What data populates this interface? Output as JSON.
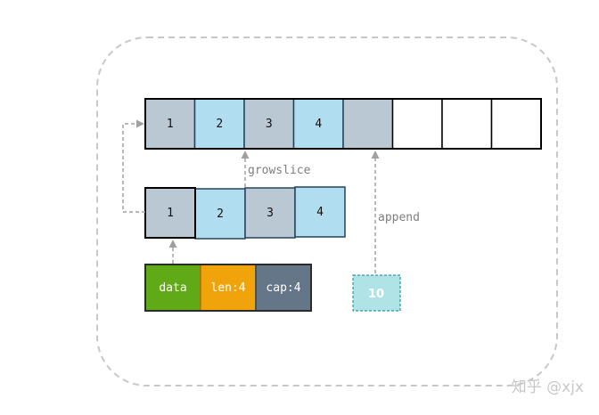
{
  "new_array": {
    "cells": [
      "1",
      "2",
      "3",
      "4",
      "",
      "",
      "",
      ""
    ],
    "fills": [
      "#bac8d3",
      "#b1ddf0",
      "#bac8d3",
      "#b1ddf0",
      "#bac8d3",
      "#ffffff",
      "#ffffff",
      "#ffffff"
    ]
  },
  "old_array": {
    "cells": [
      "1",
      "2",
      "3",
      "4"
    ],
    "fills": [
      "#bac8d3",
      "#b1ddf0",
      "#bac8d3",
      "#b1ddf0"
    ]
  },
  "slice_header": {
    "data_label": "data",
    "len_label": "len:4",
    "cap_label": "cap:4",
    "data_color": "#60a917",
    "len_color": "#f0a30a",
    "cap_color": "#647687"
  },
  "labels": {
    "growslice": "growslice",
    "append": "append"
  },
  "append_value": "10",
  "append_value_color": "#b0e3e6",
  "watermark": "知乎 @xjx"
}
